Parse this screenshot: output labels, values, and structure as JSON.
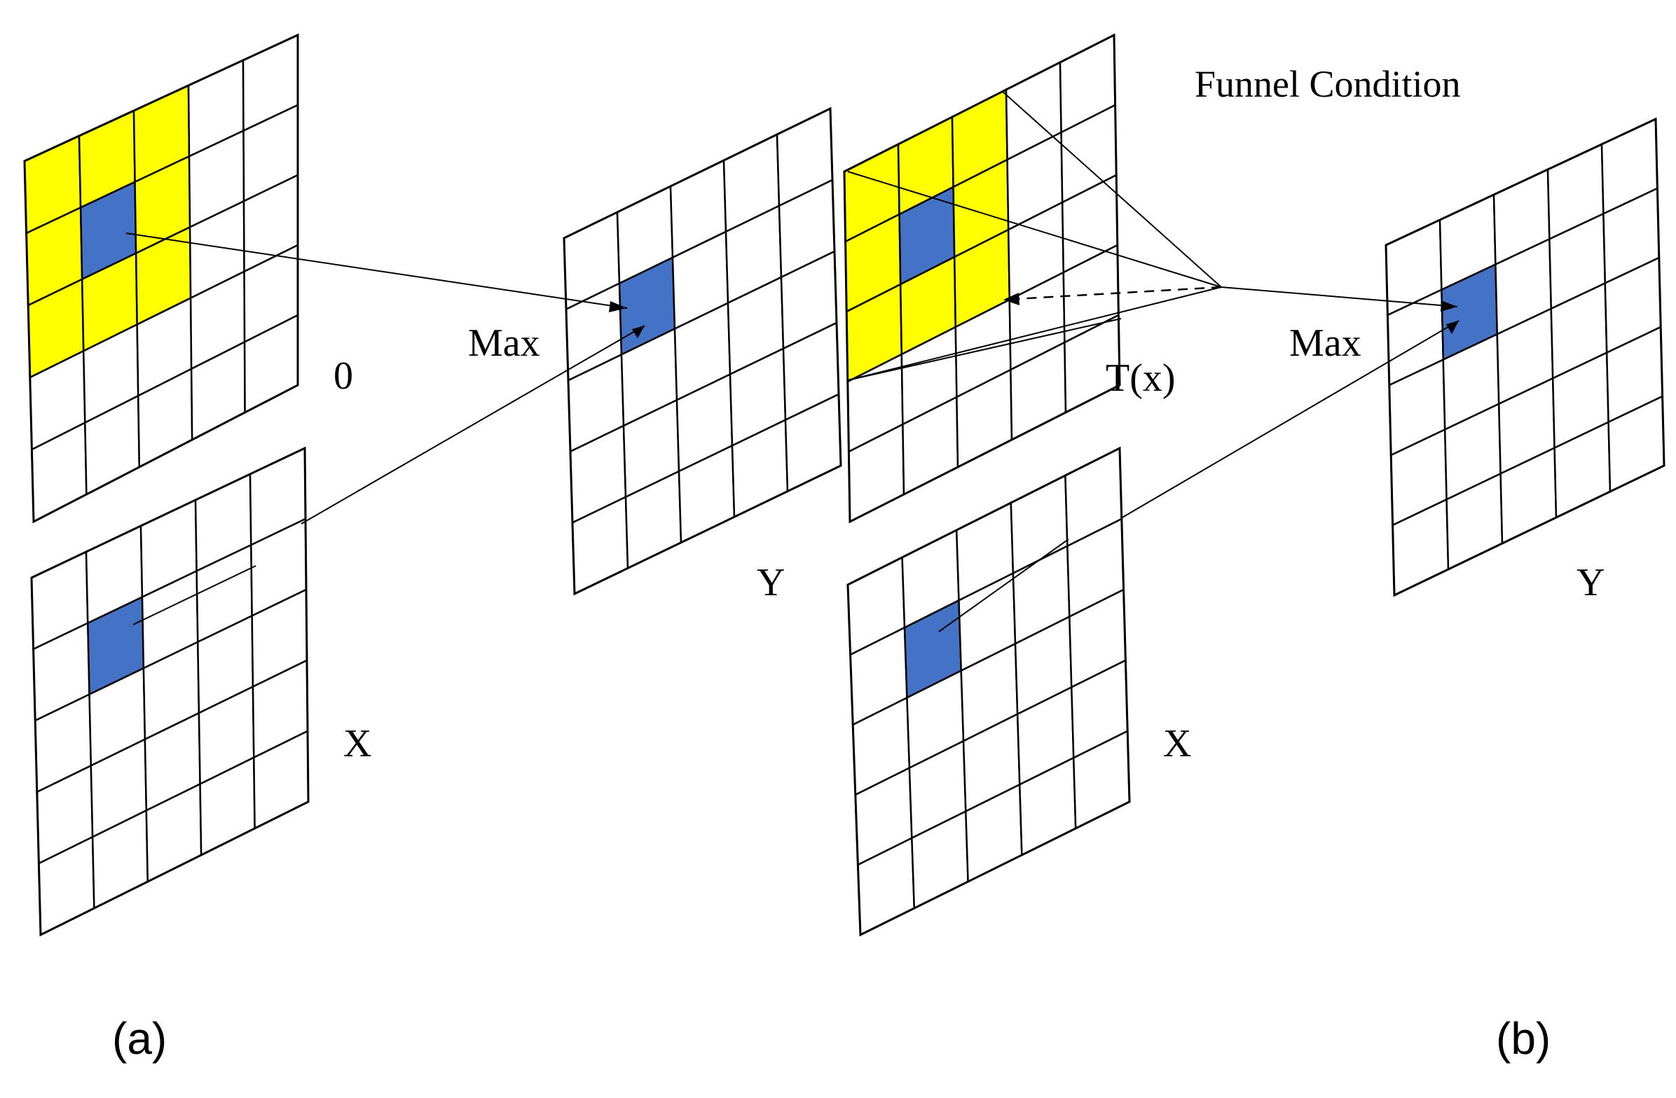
{
  "colors": {
    "highlight": "#FFFF00",
    "center": "#4472C4",
    "line": "#000000",
    "background": "#FFFFFF"
  },
  "labels": {
    "zero_input": "0",
    "x_input_a": "X",
    "max_a": "Max",
    "y_output_a": "Y",
    "funnel_title": "Funnel Condition",
    "tx_input": "T(x)",
    "x_input_b": "X",
    "max_b": "Max",
    "y_output_b": "Y",
    "panel_a": "(a)",
    "panel_b": "(b)"
  },
  "grids": [
    {
      "name": "grid-zero-input",
      "size": 5,
      "yellow": [
        [
          0,
          0
        ],
        [
          0,
          1
        ],
        [
          0,
          2
        ],
        [
          1,
          0
        ],
        [
          1,
          2
        ],
        [
          2,
          0
        ],
        [
          2,
          1
        ],
        [
          2,
          2
        ]
      ],
      "blue": [
        [
          1,
          1
        ]
      ]
    },
    {
      "name": "grid-x-input-a",
      "size": 5,
      "yellow": [],
      "blue": [
        [
          1,
          1
        ]
      ]
    },
    {
      "name": "grid-y-output-a",
      "size": 5,
      "yellow": [],
      "blue": [
        [
          1,
          1
        ]
      ]
    },
    {
      "name": "grid-tx-input",
      "size": 5,
      "yellow": [
        [
          0,
          0
        ],
        [
          0,
          1
        ],
        [
          0,
          2
        ],
        [
          1,
          0
        ],
        [
          1,
          2
        ],
        [
          2,
          0
        ],
        [
          2,
          1
        ],
        [
          2,
          2
        ]
      ],
      "blue": [
        [
          1,
          1
        ]
      ]
    },
    {
      "name": "grid-x-input-b",
      "size": 5,
      "yellow": [],
      "blue": [
        [
          1,
          1
        ]
      ]
    },
    {
      "name": "grid-y-output-b",
      "size": 5,
      "yellow": [],
      "blue": [
        [
          1,
          1
        ]
      ]
    }
  ]
}
